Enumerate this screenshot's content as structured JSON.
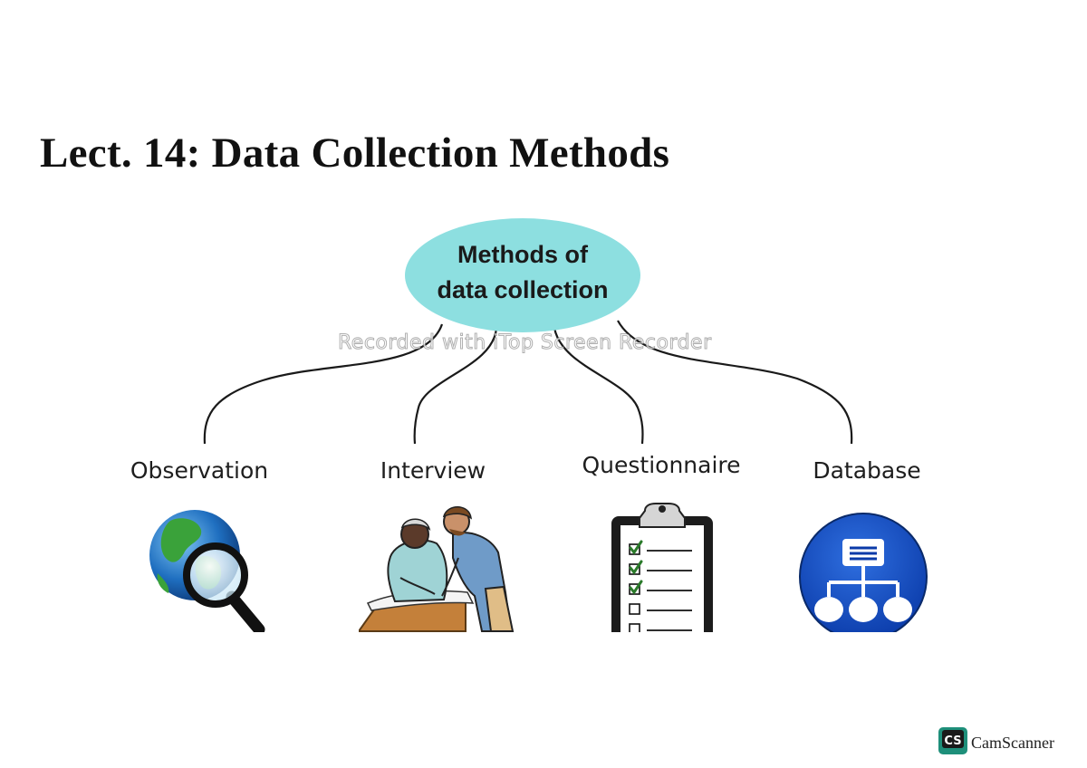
{
  "title": "Lect. 14: Data Collection Methods",
  "hub": {
    "line1": "Methods of",
    "line2": "data collection",
    "color": "#8ddfe0"
  },
  "methods": [
    {
      "label": "Observation",
      "icon": "globe-magnifier-icon"
    },
    {
      "label": "Interview",
      "icon": "two-people-reviewing-document-icon"
    },
    {
      "label": "Questionnaire",
      "icon": "clipboard-checklist-icon"
    },
    {
      "label": "Database",
      "icon": "network-database-icon"
    }
  ],
  "watermark": "Recorded with iTop Screen Recorder",
  "branding": {
    "logo": "CS",
    "name": "CamScanner",
    "color": "#1e8f7a"
  }
}
